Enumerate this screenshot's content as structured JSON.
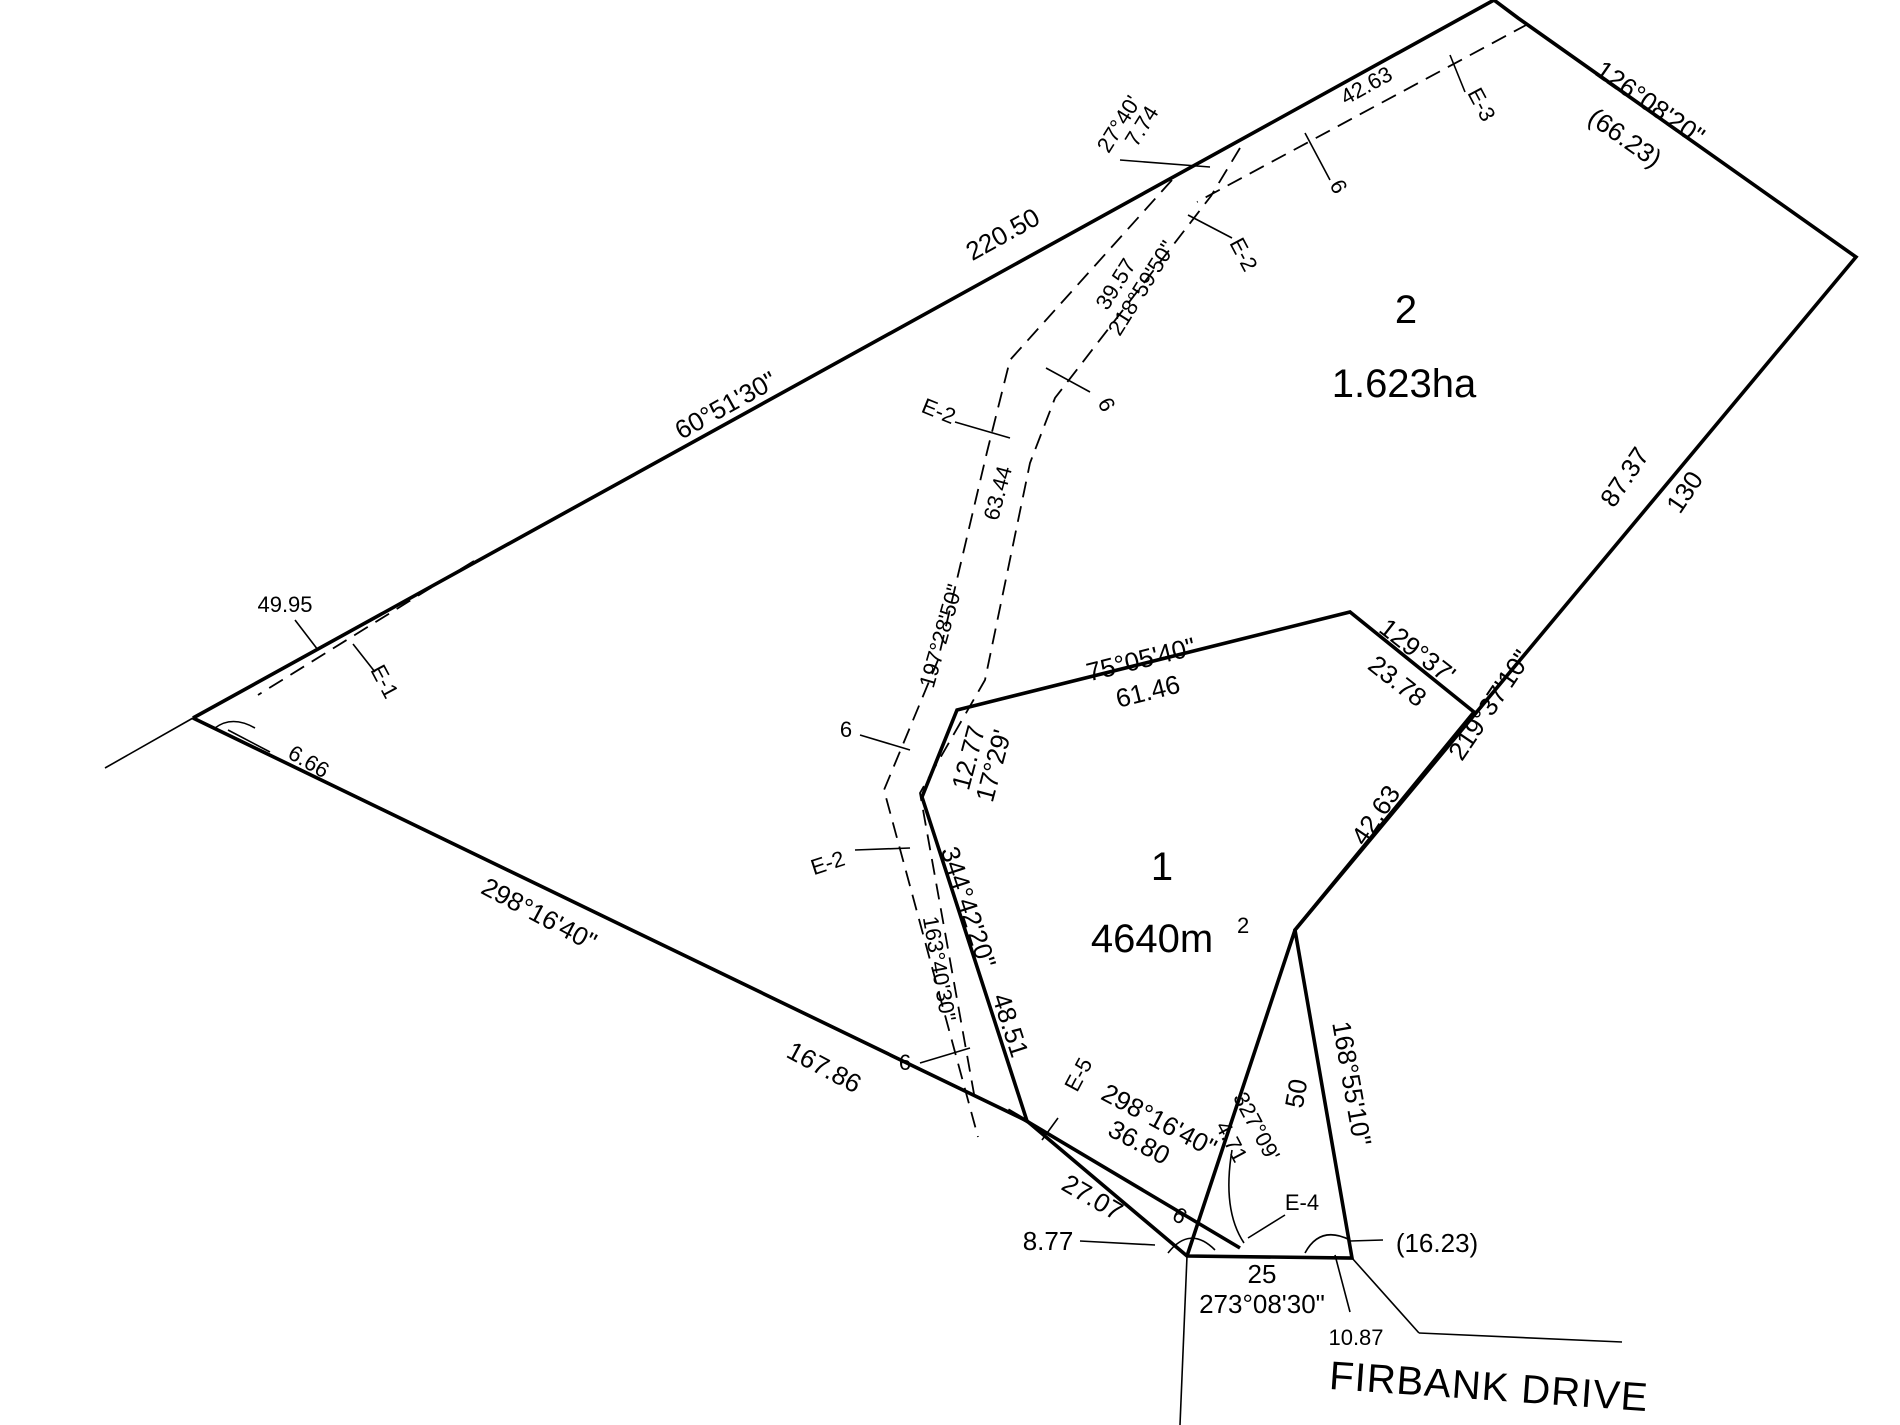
{
  "lots": {
    "lot1": {
      "number": "1",
      "area": "4640m",
      "area_sup": "2"
    },
    "lot2": {
      "number": "2",
      "area": "1.623ha"
    }
  },
  "road": {
    "name": "FIRBANK DRIVE"
  },
  "labels": {
    "d_220_50": "220.50",
    "b_60_51_30": "60°51'30\"",
    "d_49_95": "49.95",
    "e1": "E-1",
    "d_6_66": "6.66",
    "b_298_16_40": "298°16'40\"",
    "d_167_86": "167.86",
    "b_126_08_20": "126°08'20\"",
    "d_66_23": "(66.23)",
    "d_42_63_top": "42.63",
    "e3": "E-3",
    "w_6_a": "6",
    "e2_a": "E-2",
    "b_27_40": "27°40'",
    "d_7_74": "7.74",
    "d_39_57": "39.57",
    "b_218_59_50": "218°59'50\"",
    "w_6_b": "6",
    "e2_b": "E-2",
    "d_63_44": "63.44",
    "b_197_28_50": "197°28'50\"",
    "w_6_c": "6",
    "e2_c": "E-2",
    "d_87_37": "87.37",
    "d_130": "130",
    "b_219_37_10": "219°37'10\"",
    "b_129_37": "129°37'",
    "d_23_78": "23.78",
    "b_75_05_40": "75°05'40\"",
    "d_61_46": "61.46",
    "d_12_77": "12.77",
    "b_17_29": "17°29'",
    "b_344_42_20": "344°42'20\"",
    "d_48_51": "48.51",
    "b_163_40_30": "163°40'30\"",
    "d_42_63_mid": "42.63",
    "w_6_d": "6",
    "e5": "E-5",
    "b_298_16_40_b": "298°16'40\"",
    "d_36_80": "36.80",
    "b_327_09": "327°09'",
    "d_4_71": "4.71",
    "d_50": "50",
    "b_168_55_10": "168°55'10\"",
    "d_27_07": "27.07",
    "w_6_e": "6",
    "e4": "E-4",
    "d_8_77": "8.77",
    "d_25": "25",
    "b_273_08_30": "273°08'30\"",
    "d_16_23": "(16.23)",
    "d_10_87": "10.87"
  }
}
